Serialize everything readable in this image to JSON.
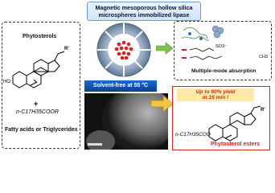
{
  "header": {
    "line1": "Magnetic mesoporous hollow silica",
    "line2": "microspheres immobilized lipase"
  },
  "left_panel": {
    "phytosterols_label": "Phytosterols",
    "r_label": "R'",
    "ho_label": "HO",
    "plus": "+",
    "acid_formula": "n-C17H35COOR",
    "fatty_label": "Fatty acids or Triglycerides"
  },
  "center": {
    "conditions": "Solvent-free at 55 °C"
  },
  "right_panel": {
    "sulfonate_label": "SO3⁻",
    "methyl_label": "CH3",
    "absorption_label": "Multiple-mode absorption"
  },
  "product": {
    "yield_line1": "Up to 90% yield",
    "yield_line2": "in 15 min !",
    "r_label": "R'",
    "ester_formula": "n-C17H35COO",
    "product_label": "Phytosterol esters"
  },
  "colors": {
    "title_border": "#6a9bd6",
    "solvent_bg": "#1c6ad6",
    "highlight_red": "#e02020",
    "arrow_green": "#7ec44a"
  }
}
